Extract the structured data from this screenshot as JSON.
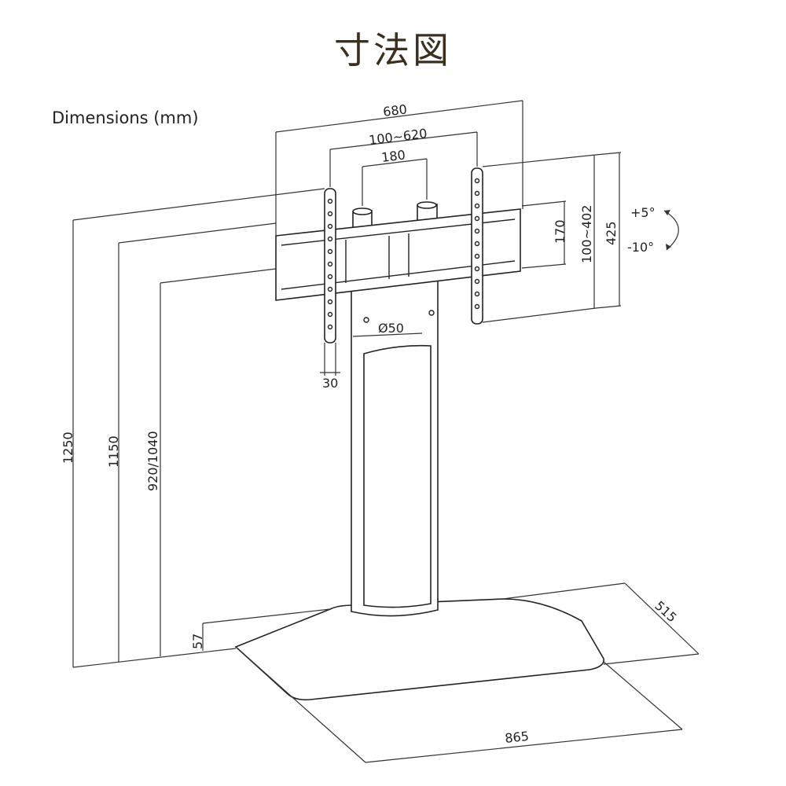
{
  "title": "寸法図",
  "subtitle": "Dimensions (mm)",
  "dimensions": {
    "overall_width": "680",
    "vesa_horizontal": "100~620",
    "pole_spacing": "180",
    "vertical_170": "170",
    "vesa_vertical": "100~402",
    "bracket_height": "425",
    "tilt_up": "+5°",
    "tilt_down": "-10°",
    "pole_diameter": "Ø50",
    "arm_width": "30",
    "height_max": "1250",
    "height_1150": "1150",
    "height_adjust": "920/1040",
    "base_thickness": "57",
    "base_depth": "515",
    "base_width": "865"
  }
}
